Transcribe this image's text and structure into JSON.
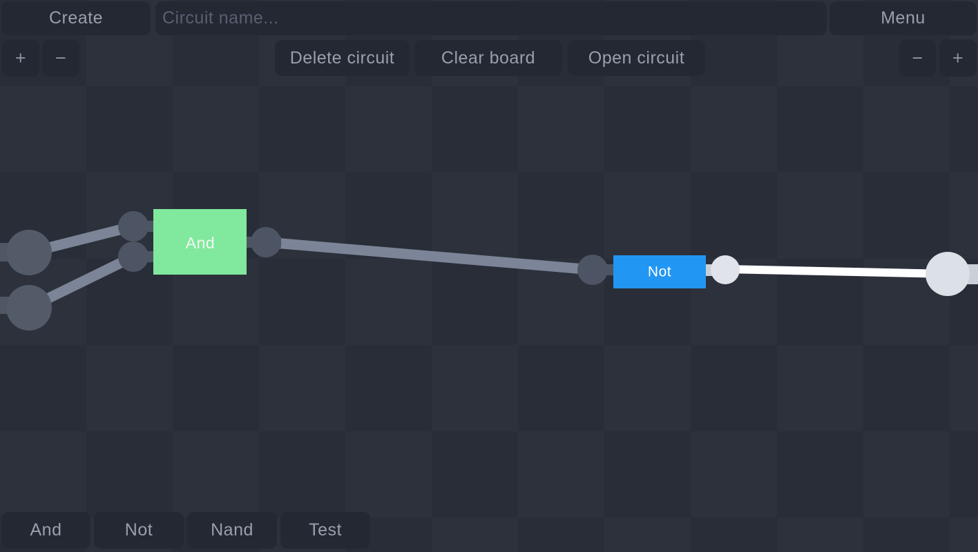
{
  "header": {
    "create_label": "Create",
    "circuit_name_placeholder": "Circuit name...",
    "menu_label": "Menu"
  },
  "zoom_controls": {
    "plus_label": "+",
    "minus_label": "−"
  },
  "toolbar": {
    "delete_circuit_label": "Delete circuit",
    "clear_board_label": "Clear board",
    "open_circuit_label": "Open circuit"
  },
  "palette": {
    "items": [
      {
        "label": "And"
      },
      {
        "label": "Not"
      },
      {
        "label": "Nand"
      },
      {
        "label": "Test"
      }
    ]
  },
  "canvas": {
    "gates": [
      {
        "type": "and",
        "label": "And",
        "color": "#80e99d",
        "text_color": "#f2f7f3"
      },
      {
        "type": "not",
        "label": "Not",
        "color": "#2196f3",
        "text_color": "#ffffff"
      }
    ],
    "colors": {
      "node_dark": "#4d5564",
      "node_big": "#535b69",
      "node_light": "#e0e3e9",
      "node_big_light": "#dce0e7",
      "wire_off": "#7b8597",
      "wire_on": "#ffffff",
      "stub_dark": "#4f5765",
      "stub_light": "#cad0d8"
    }
  }
}
